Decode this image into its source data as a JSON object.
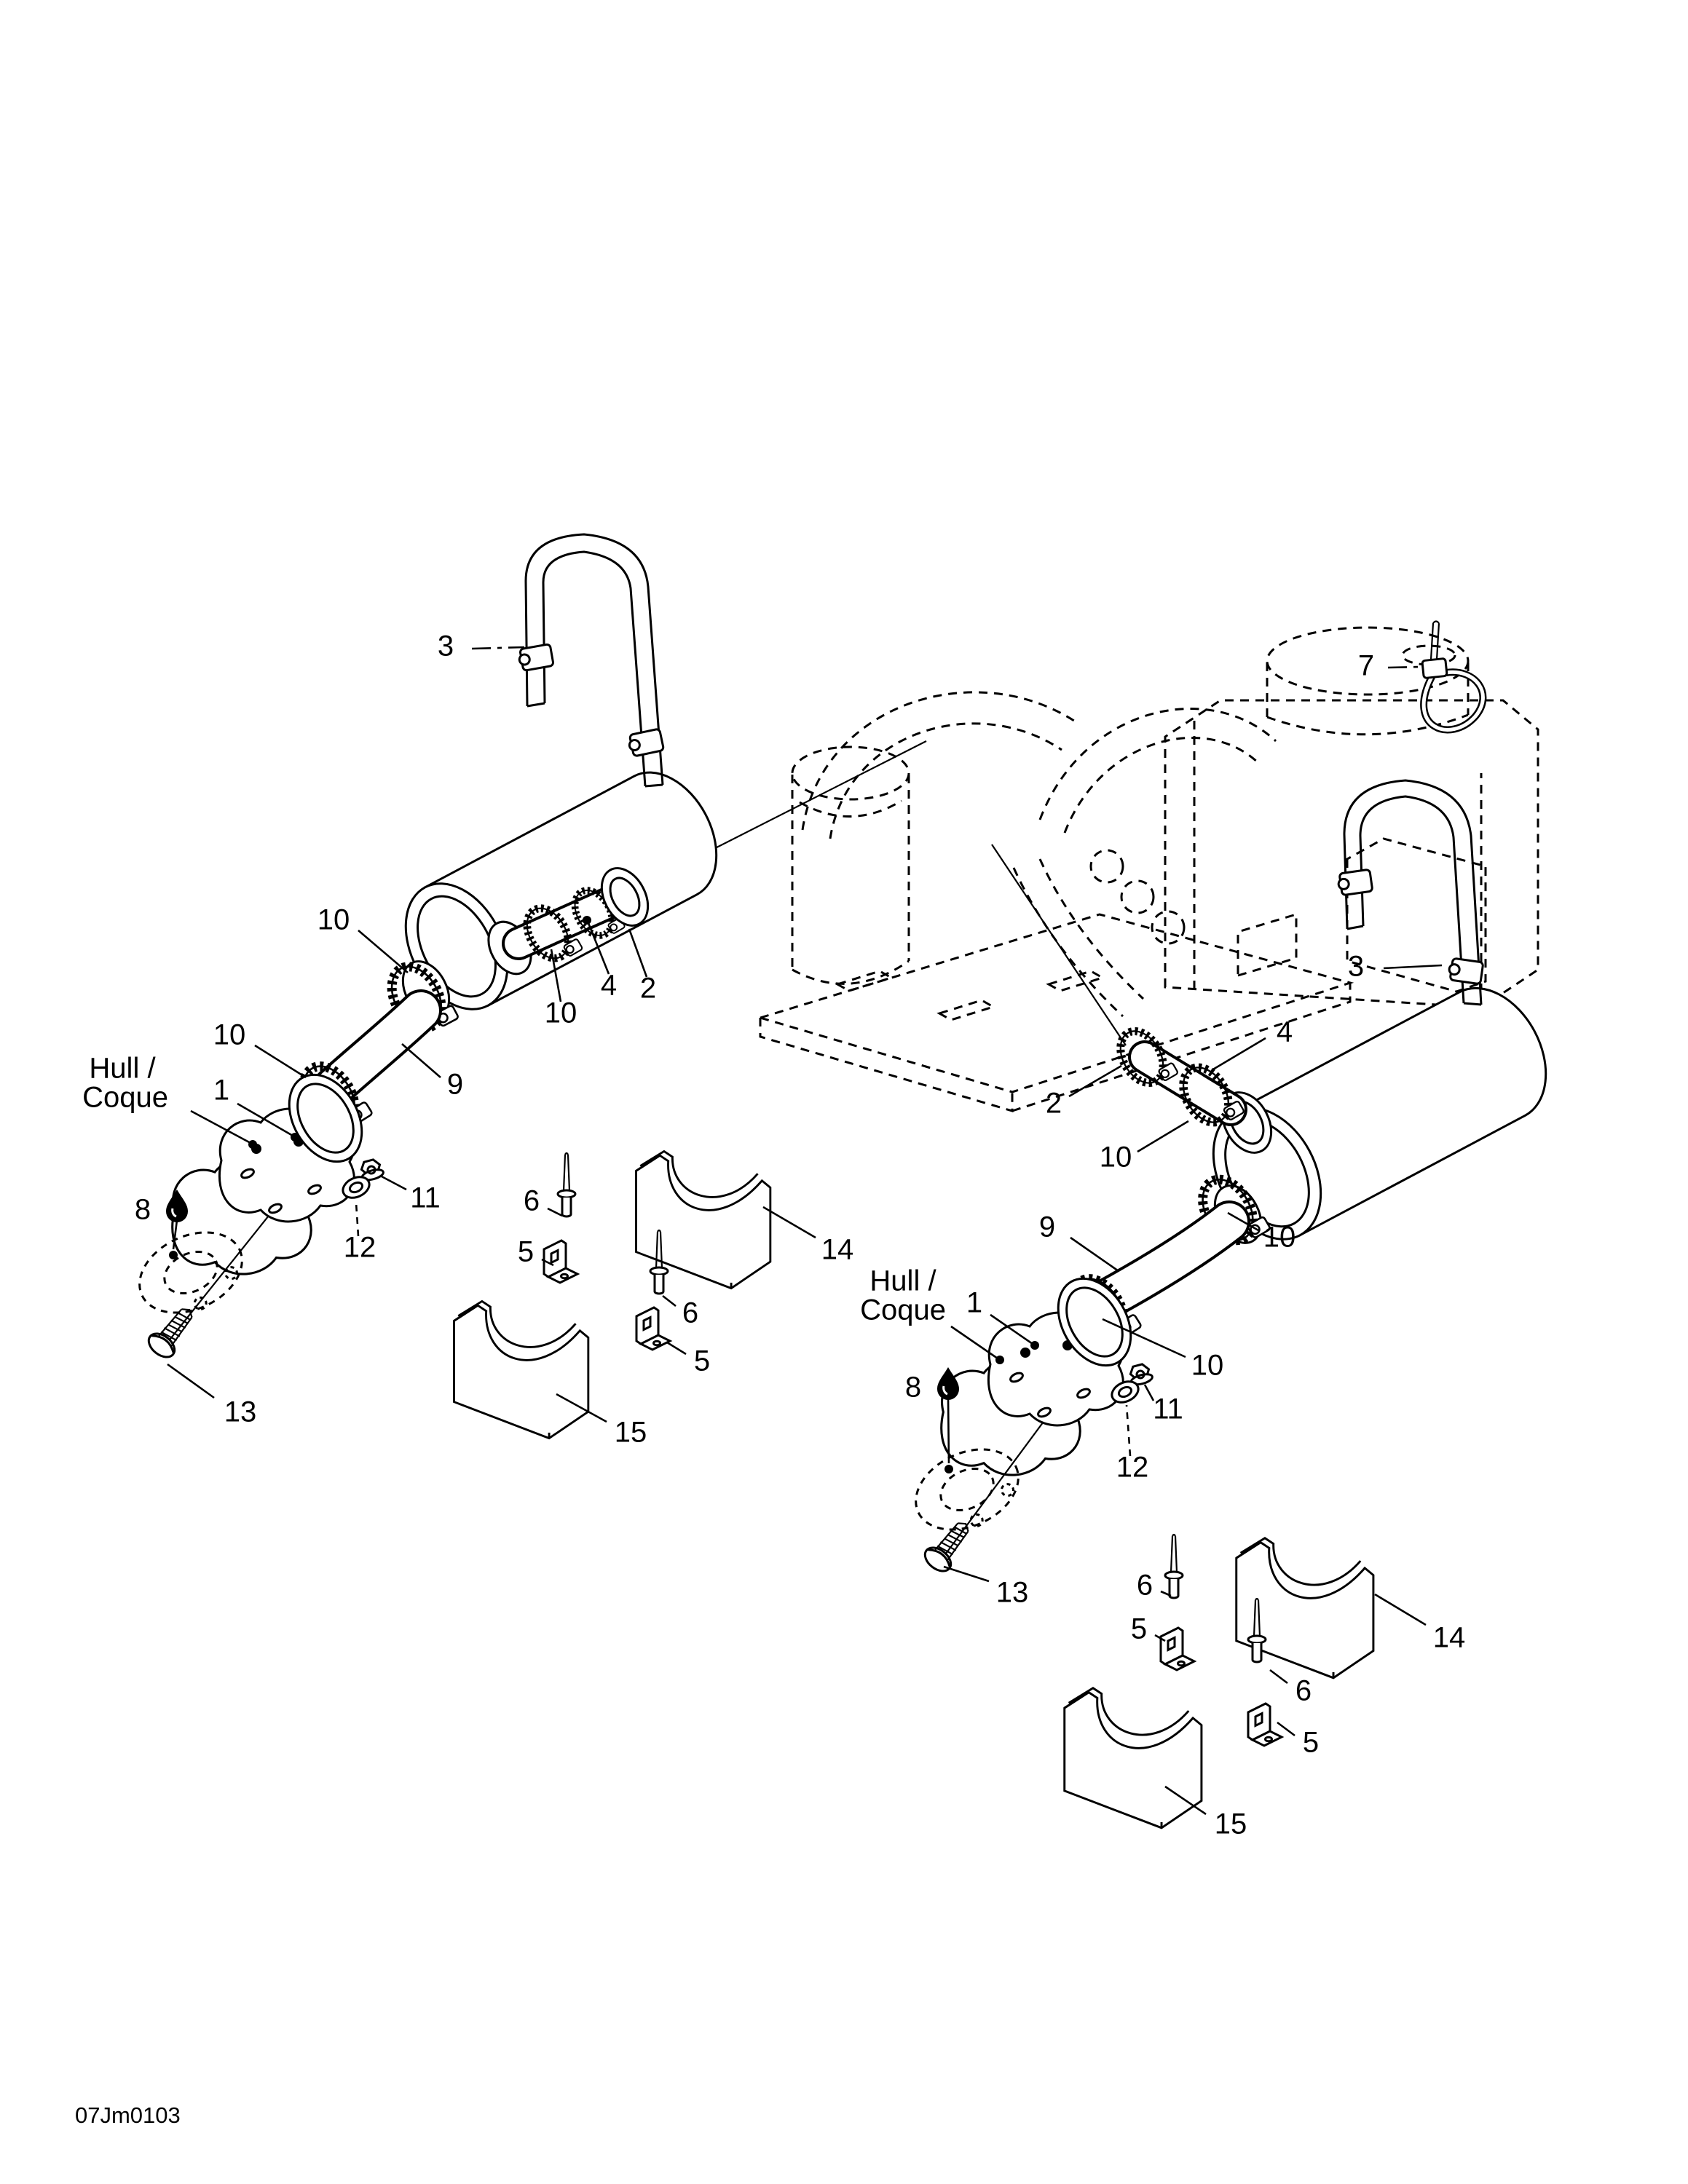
{
  "drawing": {
    "code": "07Jm0103",
    "description": "Exploded parts diagram - exhaust system with mufflers, pipes, clamps, hull fittings and supports"
  },
  "hull": {
    "line1": "Hull /",
    "line2": "Coque"
  },
  "callouts": [
    {
      "id": "strap-left",
      "label": "3"
    },
    {
      "id": "cable-tie",
      "label": "7"
    },
    {
      "id": "strap-right",
      "label": "3"
    },
    {
      "id": "clamp-left-muffler-inlet",
      "label": "10"
    },
    {
      "id": "hose-left",
      "label": "4"
    },
    {
      "id": "outlet-ring-left",
      "label": "2"
    },
    {
      "id": "clamp-left-hose",
      "label": "10"
    },
    {
      "id": "pipe-left",
      "label": "9"
    },
    {
      "id": "clamp-left-pipe",
      "label": "10"
    },
    {
      "id": "fitting-left",
      "label": "1"
    },
    {
      "id": "grease-left",
      "label": "8"
    },
    {
      "id": "nut-left",
      "label": "11"
    },
    {
      "id": "washer-left",
      "label": "12"
    },
    {
      "id": "screw-left",
      "label": "13"
    },
    {
      "id": "rivet-left-a",
      "label": "6"
    },
    {
      "id": "bracket-left-a",
      "label": "5"
    },
    {
      "id": "support-left-upper",
      "label": "14"
    },
    {
      "id": "rivet-left-b",
      "label": "6"
    },
    {
      "id": "bracket-left-b",
      "label": "5"
    },
    {
      "id": "support-left-lower",
      "label": "15"
    },
    {
      "id": "hose-right",
      "label": "4"
    },
    {
      "id": "outlet-ring-right",
      "label": "2"
    },
    {
      "id": "clamp-right-hose",
      "label": "10"
    },
    {
      "id": "pipe-right",
      "label": "9"
    },
    {
      "id": "clamp-right-muffler-inlet",
      "label": "10"
    },
    {
      "id": "fitting-right",
      "label": "1"
    },
    {
      "id": "clamp-right-pipe",
      "label": "10"
    },
    {
      "id": "grease-right",
      "label": "8"
    },
    {
      "id": "nut-right",
      "label": "11"
    },
    {
      "id": "washer-right",
      "label": "12"
    },
    {
      "id": "screw-right",
      "label": "13"
    },
    {
      "id": "rivet-right-a",
      "label": "6"
    },
    {
      "id": "bracket-right-a",
      "label": "5"
    },
    {
      "id": "support-right-upper",
      "label": "14"
    },
    {
      "id": "rivet-right-b",
      "label": "6"
    },
    {
      "id": "bracket-right-b",
      "label": "5"
    },
    {
      "id": "support-right-lower",
      "label": "15"
    }
  ]
}
